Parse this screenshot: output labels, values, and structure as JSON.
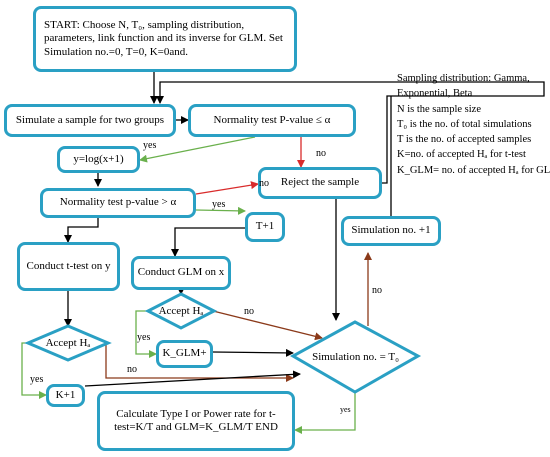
{
  "nodes": {
    "start": "START: Choose N, T₀, sampling distribution, parameters, link function and its inverse for GLM. Set Simulation no.=0, T=0, K=0and.",
    "simulate": "Simulate a sample for two groups",
    "normality1": "Normality test P-value ≤ α",
    "transform": "y=log(x+1)",
    "reject": "Reject the sample",
    "normality2": "Normality test p-value > α",
    "t_inc": "T+1",
    "sim_inc": "Simulation no. +1",
    "ttest": "Conduct t-test on y",
    "glm": "Conduct GLM on x",
    "accept_glm": "Accept Hₐ",
    "kglm_inc": "K_GLM+",
    "accept_t": "Accept Hₐ",
    "sim_check": "Simulation no. = T₀",
    "k_inc": "K+1",
    "calculate": "Calculate Type I or Power rate for t-test=K/T and GLM=K_GLM/T END"
  },
  "edge_labels": {
    "yes_transform": "yes",
    "no_reject1": "no",
    "no_reject2": "no",
    "yes_t": "yes",
    "no_glm": "no",
    "yes_glm": "yes",
    "no_t": "no",
    "yes_t2": "yes",
    "no_loop": "no",
    "yes_end": "yes"
  },
  "notes": [
    "Sampling distribution: Gamma,",
    "Exponential, Beta",
    "N is the sample size",
    "T₀ is the no. of total simulations",
    "T is the no. of accepted samples",
    "K=no. of accepted Hₐ for t-test",
    "K_GLM= no. of accepted Hₐ for GLM"
  ],
  "colors": {
    "box_border": "#2aa0c4",
    "arrow_black": "#000000",
    "arrow_red": "#d92b2b",
    "arrow_green": "#6ab04c",
    "arrow_brown": "#8b3a1a"
  }
}
